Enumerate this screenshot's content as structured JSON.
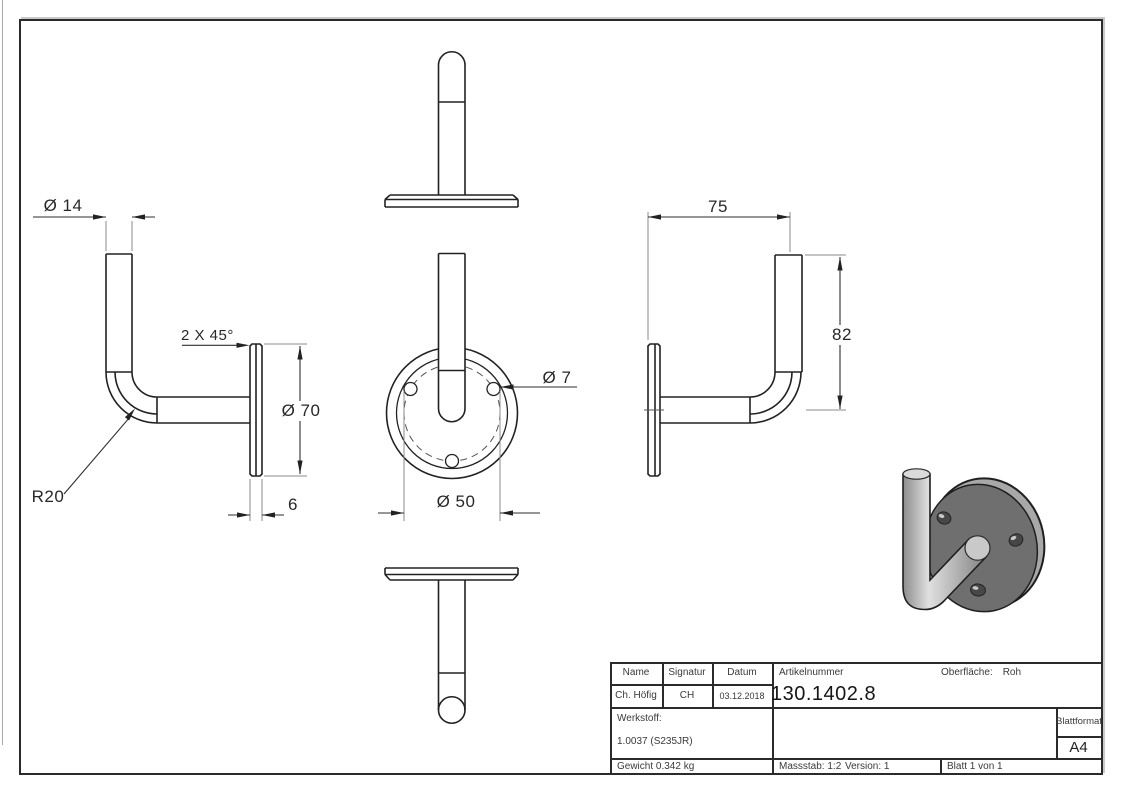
{
  "drawing": {
    "dimensions": {
      "tube_diameter": "Ø 14",
      "chamfer_note": "2 X 45°",
      "plate_diameter": "Ø 70",
      "bend_radius": "R20",
      "plate_thickness": "6",
      "hole_diameter": "Ø 7",
      "bolt_circle_diameter": "Ø 50",
      "bracket_width": "75",
      "bracket_height": "82"
    }
  },
  "title_block": {
    "name_label": "Name",
    "signature_label": "Signatur",
    "date_label": "Datum",
    "name_value": "Ch. Höfig",
    "signature_value": "CH",
    "date_value": "03.12.2018",
    "article_number_label": "Artikelnummer",
    "article_number_value": "130.1402.8",
    "surface_label": "Oberfläche:",
    "surface_value": "Roh",
    "material_label": "Werkstoff:",
    "material_value": "1.0037 (S235JR)",
    "weight": "Gewicht 0.342 kg",
    "scale": "Massstab: 1:2",
    "version": "Version: 1",
    "sheet_number": "Blatt 1 von 1",
    "format_label": "Blattformat",
    "format_value": "A4"
  },
  "colors": {
    "object_line": "#222222",
    "dimension_line": "#2e2e2e",
    "extension_line": "#8b8b8b",
    "disc_fill": "#6f6f6f",
    "disc_rim": "#a8a8a8",
    "tube_highlight": "#e0e0e0",
    "tube_shadow": "#7d7d7d"
  }
}
